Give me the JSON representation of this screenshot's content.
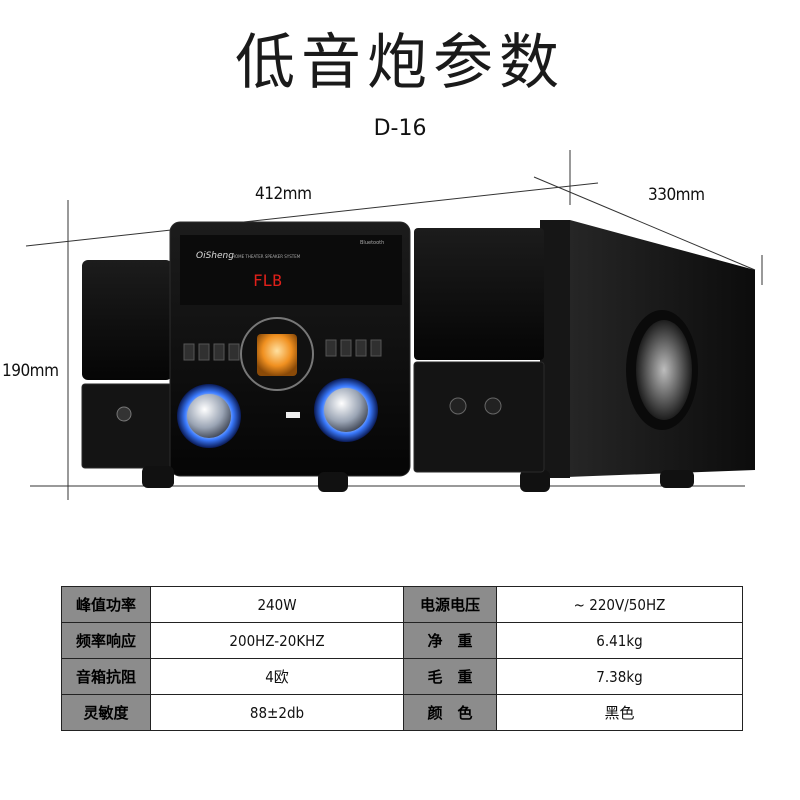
{
  "title": "低音炮参数",
  "model": "D-16",
  "dimensions": {
    "width": "412mm",
    "depth": "330mm",
    "height": "190mm"
  },
  "device_labels": {
    "brand": "OiSheng",
    "tagline": "HOME THEATER SPEAKER SYSTEM",
    "bluetooth": "Bluetooth",
    "display": "FLB"
  },
  "specs": [
    {
      "label": "峰值功率",
      "value": "240W",
      "label2": "电源电压",
      "value2": "~ 220V/50HZ"
    },
    {
      "label": "频率响应",
      "value": "200HZ-20KHZ",
      "label2": "净　重",
      "value2": "6.41kg"
    },
    {
      "label": "音箱抗阻",
      "value": "4欧",
      "label2": "毛　重",
      "value2": "7.38kg"
    },
    {
      "label": "灵敏度",
      "value": "88±2db",
      "label2": "颜　色",
      "value2": "黑色"
    }
  ],
  "colors": {
    "label_bg": "#8c8c8c",
    "knob_glow": "#2a6cff",
    "display_red": "#e0201a",
    "vu_orange": "#f0a030"
  }
}
